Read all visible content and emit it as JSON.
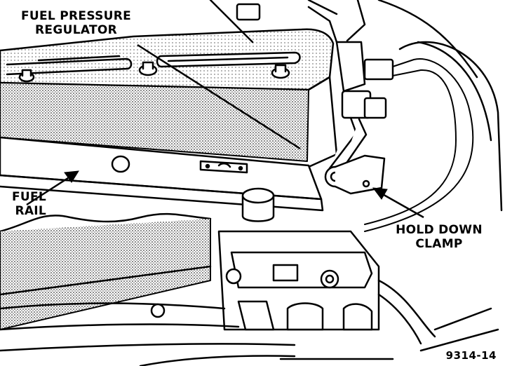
{
  "labels": {
    "fuel_pressure_regulator": [
      "FUEL PRESSURE",
      "REGULATOR"
    ],
    "fuel_rail": [
      "FUEL",
      "RAIL"
    ],
    "hold_down_clamp": [
      "HOLD DOWN",
      "CLAMP"
    ]
  },
  "figure_number": "9314-14",
  "colors": {
    "ink": "#000000",
    "paper": "#ffffff",
    "shade": "#cfcfcf"
  }
}
